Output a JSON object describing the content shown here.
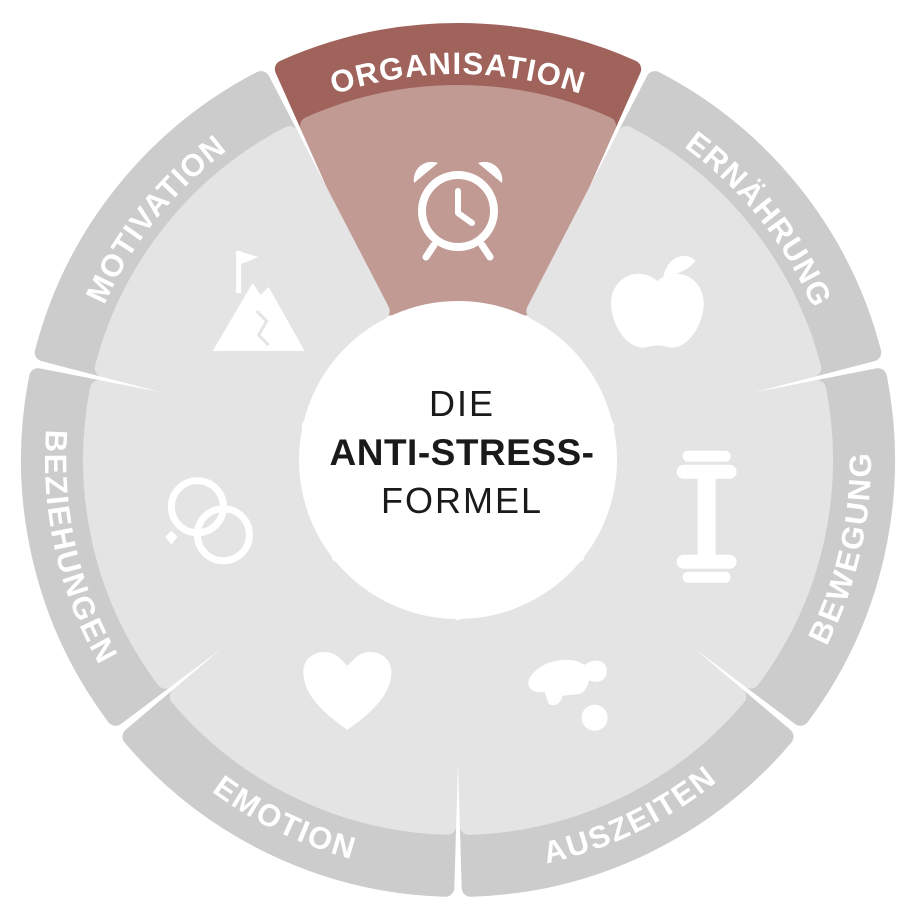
{
  "title": {
    "line1": "DIE",
    "line2": "ANTI-STRESS-",
    "line3": "FORMEL"
  },
  "colors": {
    "active_band": "#a0635b",
    "active_fill": "#c19a94",
    "inactive_band": "#cccccc",
    "inactive_fill": "#e4e4e4",
    "icon": "#ffffff"
  },
  "segments": [
    {
      "label": "ORGANISATION",
      "icon": "alarm-clock-icon",
      "active": true
    },
    {
      "label": "ERNÄHRUNG",
      "icon": "apple-icon",
      "active": false
    },
    {
      "label": "BEWEGUNG",
      "icon": "dumbbell-icon",
      "active": false
    },
    {
      "label": "AUSZEITEN",
      "icon": "resting-person-icon",
      "active": false
    },
    {
      "label": "EMOTION",
      "icon": "heart-icon",
      "active": false
    },
    {
      "label": "BEZIEHUNGEN",
      "icon": "rings-icon",
      "active": false
    },
    {
      "label": "MOTIVATION",
      "icon": "mountain-flag-icon",
      "active": false
    }
  ]
}
